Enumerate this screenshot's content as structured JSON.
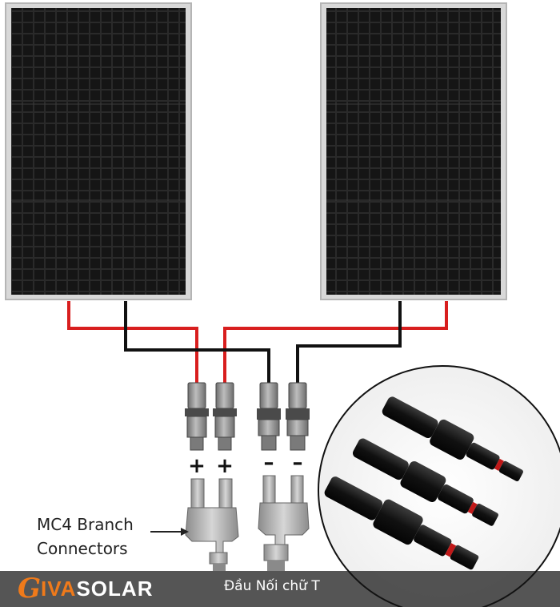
{
  "labels": {
    "branch_line1": "MC4 Branch",
    "branch_line2": "Connectors",
    "plus": "+",
    "minus": "–"
  },
  "brand": {
    "logo_g": "G",
    "logo_iva": "IVA",
    "logo_solar": "SOLAR",
    "caption": "Đầu Nối chữ T"
  },
  "colors": {
    "panel_frame": "#c8c8c8",
    "cell": "#1c1c1c",
    "positive_wire": "#d81e1e",
    "negative_wire": "#111111",
    "connector": "#8a8a8a",
    "brand_orange": "#f07a1a"
  }
}
